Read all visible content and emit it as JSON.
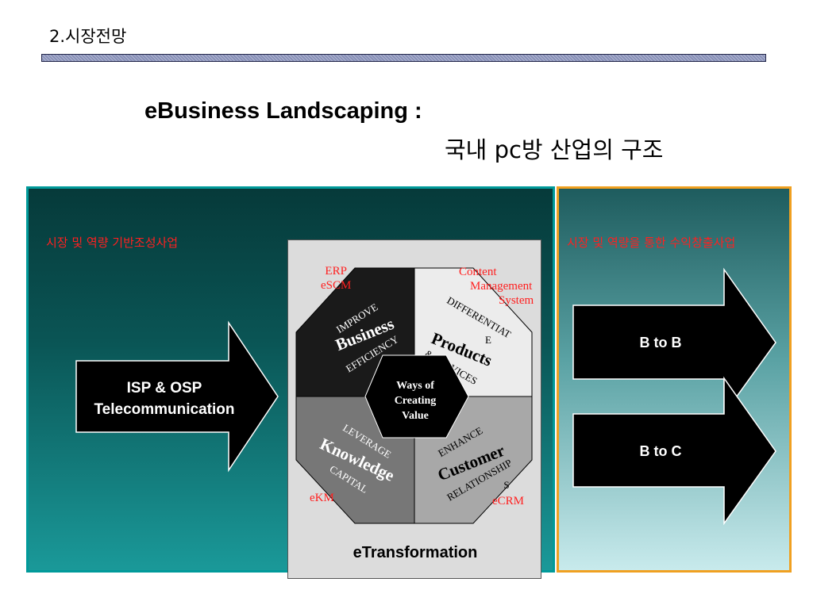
{
  "header": {
    "section_title": "2.시장전망",
    "title_line1": "eBusiness Landscaping :",
    "title_line2": "국내 pc방 산업의 구조"
  },
  "left_panel": {
    "label": "시장 및 역량 기반조성사업",
    "arrow_line1": "ISP & OSP",
    "arrow_line2": "Telecommunication"
  },
  "right_panel": {
    "label": "시장 및 역량을 통한 수익창출사업",
    "arrow_top": "B to B",
    "arrow_bottom": "B to C"
  },
  "center": {
    "bottom_label": "eTransformation",
    "hub_line1": "Ways of",
    "hub_line2": "Creating",
    "hub_line3": "Value",
    "erp_line1": "ERP",
    "erp_line2": "eSCM",
    "content_line1": "Content",
    "content_line2": "Management",
    "content_line3": "System",
    "ekm": "eKM",
    "ecrm": "eCRM",
    "segments": {
      "top_left": {
        "arc": "IMPROVE",
        "main": "Business",
        "sub": "EFFICIENCY"
      },
      "top_right": {
        "arc": "DIFFERENTIAT",
        "arc2": "E",
        "main": "Products",
        "sub": "& SERVICES"
      },
      "bottom_left": {
        "arc": "LEVERAGE",
        "main": "Knowledge",
        "sub": "CAPITAL"
      },
      "bottom_right": {
        "arc": "ENHANCE",
        "main": "Customer",
        "sub": "RELATIONSHIP",
        "sub2": "S"
      }
    }
  },
  "colors": {
    "left_border": "#009a9a",
    "right_border": "#f0a020",
    "label_red": "#ff2020",
    "arrow_fill": "#000000"
  }
}
